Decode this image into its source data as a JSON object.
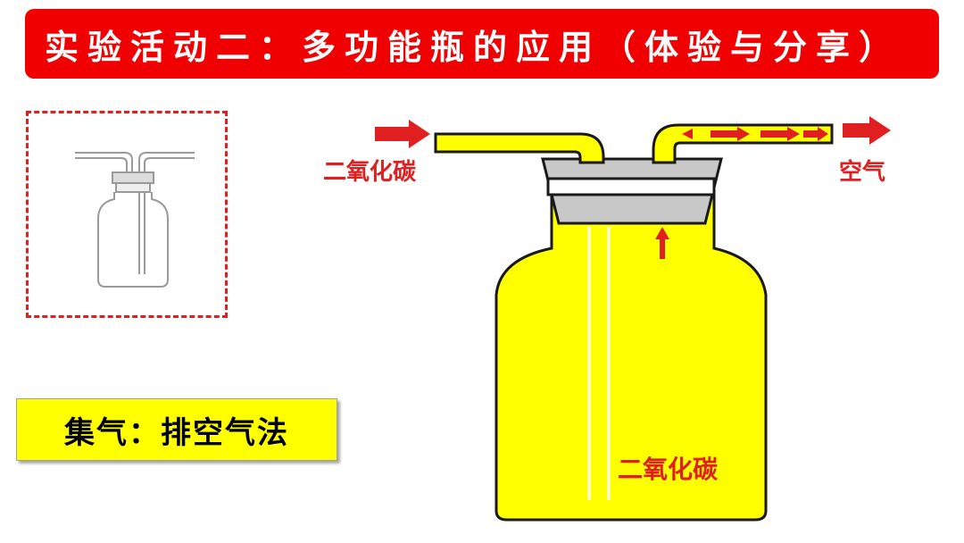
{
  "banner": {
    "title": "实验活动二：多功能瓶的应用（体验与分享）"
  },
  "method": {
    "text": "集气：排空气法"
  },
  "labels": {
    "inlet_gas": "二氧化碳",
    "outlet_gas": "空气",
    "inside_gas": "二氧化碳"
  },
  "colors": {
    "banner": "#f00000",
    "fill": "#ffff00",
    "arrow": "#e02020",
    "stopper": "#c8c8c8"
  }
}
